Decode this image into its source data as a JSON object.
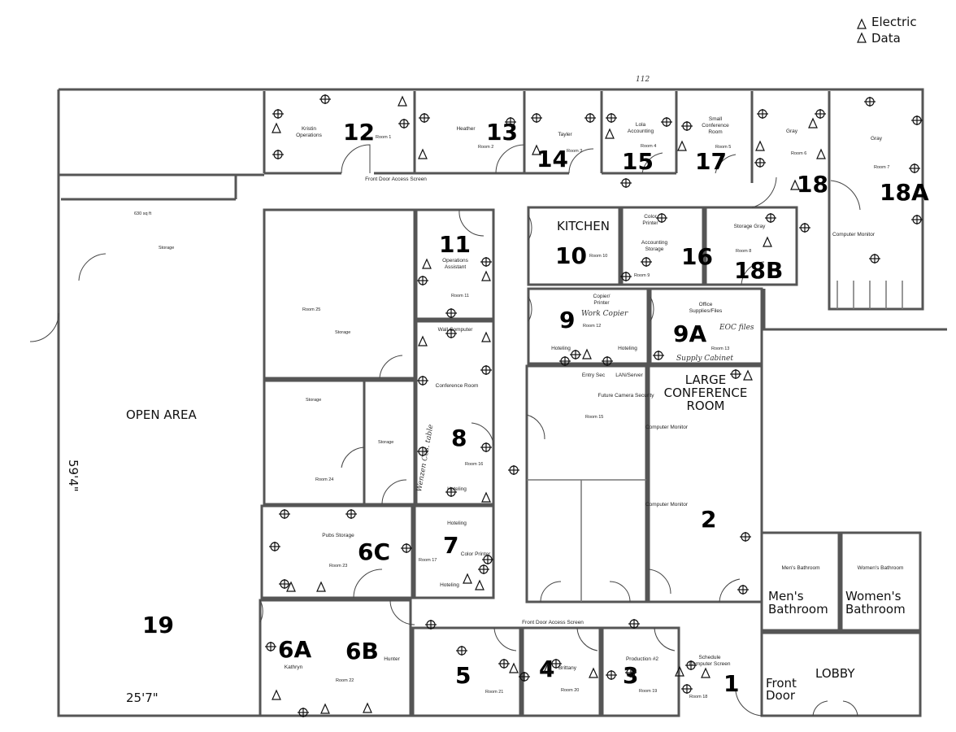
{
  "legend": {
    "electric": "Electric",
    "data": "Data",
    "electric_icon": "outlet-circle-icon",
    "data_icon": "data-triangle-icon"
  },
  "top_mark": "112",
  "dimensions": {
    "height": "59'4\"",
    "width": "25'7\""
  },
  "left_wing": {
    "storage_area": "630 sq ft",
    "storage_label": "Storage",
    "open_area": "OPEN AREA",
    "number": "19"
  },
  "rooms": {
    "r1": {
      "number": "12",
      "room": "Room 1",
      "name": "Kristin Operations"
    },
    "r2": {
      "number": "13",
      "room": "Room 2",
      "name": "Heather"
    },
    "r3": {
      "number": "14",
      "room": "Room 3",
      "name": "Tayler"
    },
    "r4": {
      "number": "15",
      "room": "Room 4",
      "name": "Lola Accounting"
    },
    "r5": {
      "number": "17",
      "room": "Room 5",
      "name": "Small Conference Room"
    },
    "r6": {
      "number": "18",
      "room": "Room 6",
      "name": "Gray"
    },
    "r7": {
      "number": "18A",
      "room": "Room 7",
      "name": "Gray",
      "extra": "Computer Monitor"
    },
    "r8": {
      "number": "18B",
      "room": "Room 8",
      "name": "Storage Gray"
    },
    "r9": {
      "number": "16",
      "room": "Room 9",
      "name": "Color Printer",
      "extra": "Accounting Storage"
    },
    "r10": {
      "number": "10",
      "room": "Room 10",
      "name": "KITCHEN"
    },
    "r11": {
      "number": "11",
      "room": "Room 11",
      "name": "Operations Assistant"
    },
    "r12": {
      "number": "9",
      "room": "Room 12",
      "name": "Copier/ Printer",
      "hoteling": "Hoteling",
      "note": "Work Copier"
    },
    "r13": {
      "number": "9A",
      "room": "Room 13",
      "name": "Office Supplies/Files",
      "note": "EOC files",
      "note2": "Supply Cabinet"
    },
    "r15": {
      "room": "Room 15",
      "entry": "Entry Sec",
      "lan": "LAN/Server",
      "camera": "Future Camera Security"
    },
    "large_conf": {
      "number": "2",
      "name": "LARGE CONFERENCE ROOM",
      "monitor": "Computer Monitor"
    },
    "r16": {
      "number": "8",
      "room": "Room 16",
      "name": "Conference Room",
      "wall": "Wall Computer",
      "hoteling": "Hoteling",
      "note": "Wenzen Cos. table"
    },
    "r17": {
      "number": "7",
      "room": "Room 17",
      "hoteling": "Hoteling",
      "printer": "Color Printer"
    },
    "r23": {
      "number": "6C",
      "room": "Room 23",
      "name": "Pubs Storage"
    },
    "r22": {
      "number_a": "6A",
      "number_b": "6B",
      "room": "Room 22",
      "name_a": "Kathryn",
      "name_b": "Hunter"
    },
    "r21": {
      "number": "5",
      "room": "Room 21"
    },
    "r20": {
      "number": "4",
      "room": "Room 20",
      "name": "Brittany"
    },
    "r19": {
      "number": "3",
      "room": "Room 19",
      "name": "Production #2"
    },
    "r18": {
      "number": "1",
      "room": "Room 18",
      "name": "Schedule Computer Screen"
    },
    "r25": {
      "room": "Room 25",
      "name": "Storage"
    },
    "r24": {
      "room": "Room 24",
      "name": "Storage",
      "side": "Storage"
    },
    "mens": {
      "print": "Men's Bathroom",
      "hand": "Men's Bathroom"
    },
    "womens": {
      "print": "Women's Bathroom",
      "hand": "Women's Bathroom"
    },
    "lobby": {
      "name": "LOBBY",
      "door": "Front Door"
    }
  },
  "front_door_screen_top": "Front Door Access Screen",
  "front_door_screen_bottom": "Front Door Access Screen"
}
